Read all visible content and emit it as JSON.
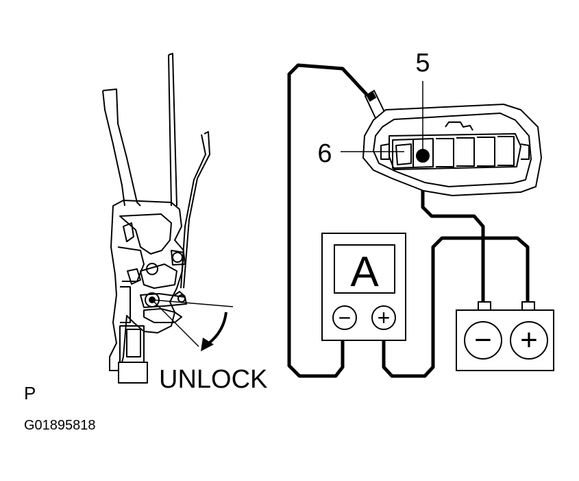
{
  "labels": {
    "callout_5": "5",
    "callout_6": "6",
    "ammeter": "A",
    "meter_minus": "−",
    "meter_plus": "+",
    "battery_minus": "−",
    "battery_plus": "+",
    "unlock": "UNLOCK",
    "view_letter": "P",
    "figure_code": "G01895818"
  },
  "icons": {
    "lock_actuator": "door-lock-actuator-icon",
    "ammeter": "ammeter-icon",
    "battery": "battery-icon",
    "connector": "connector-icon",
    "arrow": "unlock-arrow-icon"
  },
  "colors": {
    "ink": "#000000",
    "background": "#ffffff"
  }
}
